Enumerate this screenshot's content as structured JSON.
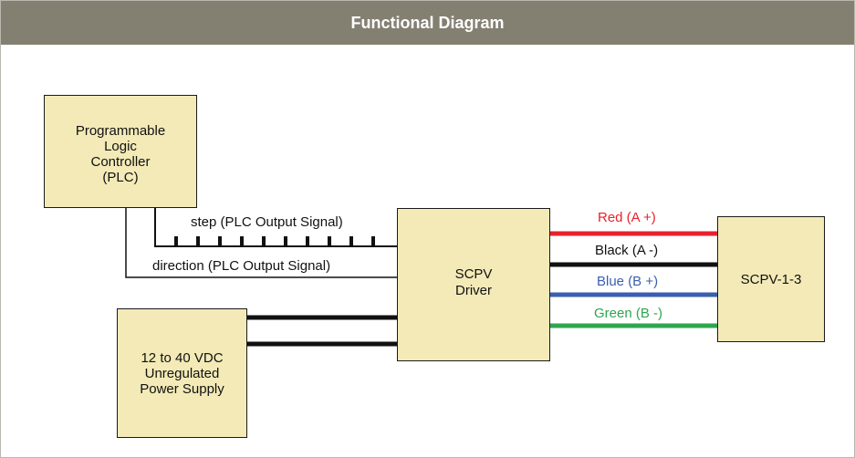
{
  "header": {
    "title": "Functional Diagram"
  },
  "nodes": {
    "plc": {
      "lines": [
        "Programmable",
        "Logic",
        "Controller",
        "(PLC)"
      ]
    },
    "driver": {
      "lines": [
        "SCPV",
        "Driver"
      ]
    },
    "motor": {
      "label": "SCPV-1-3"
    },
    "power": {
      "lines": [
        "12 to 40 VDC",
        "Unregulated",
        "Power Supply"
      ]
    }
  },
  "signals": {
    "step": "step (PLC Output Signal)",
    "direction": "direction (PLC Output Signal)"
  },
  "wires": [
    {
      "label": "Red (A +)",
      "color": "#e8222a"
    },
    {
      "label": "Black (A -)",
      "color": "#111111"
    },
    {
      "label": "Blue (B +)",
      "color": "#3a5fb0"
    },
    {
      "label": "Green (B -)",
      "color": "#2fa64f"
    }
  ]
}
